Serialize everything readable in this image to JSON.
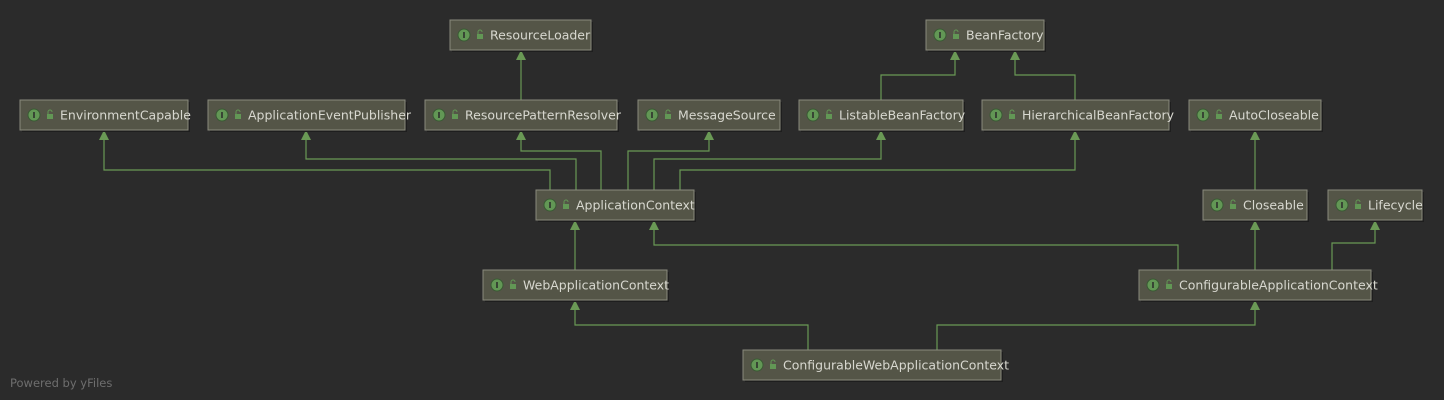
{
  "diagram": {
    "nodes": [
      {
        "id": "ResourceLoader",
        "label": "ResourceLoader",
        "badge": "I",
        "icon": "interface-icon"
      },
      {
        "id": "BeanFactory",
        "label": "BeanFactory",
        "badge": "I",
        "icon": "interface-icon"
      },
      {
        "id": "EnvironmentCapable",
        "label": "EnvironmentCapable",
        "badge": "I",
        "icon": "interface-icon"
      },
      {
        "id": "ApplicationEventPublisher",
        "label": "ApplicationEventPublisher",
        "badge": "I",
        "icon": "interface-icon"
      },
      {
        "id": "ResourcePatternResolver",
        "label": "ResourcePatternResolver",
        "badge": "I",
        "icon": "interface-icon"
      },
      {
        "id": "MessageSource",
        "label": "MessageSource",
        "badge": "I",
        "icon": "interface-icon"
      },
      {
        "id": "ListableBeanFactory",
        "label": "ListableBeanFactory",
        "badge": "I",
        "icon": "interface-icon"
      },
      {
        "id": "HierarchicalBeanFactory",
        "label": "HierarchicalBeanFactory",
        "badge": "I",
        "icon": "interface-icon"
      },
      {
        "id": "AutoCloseable",
        "label": "AutoCloseable",
        "badge": "I",
        "icon": "interface-icon"
      },
      {
        "id": "ApplicationContext",
        "label": "ApplicationContext",
        "badge": "I",
        "icon": "interface-icon"
      },
      {
        "id": "Closeable",
        "label": "Closeable",
        "badge": "I",
        "icon": "interface-icon"
      },
      {
        "id": "Lifecycle",
        "label": "Lifecycle",
        "badge": "I",
        "icon": "interface-icon"
      },
      {
        "id": "WebApplicationContext",
        "label": "WebApplicationContext",
        "badge": "I",
        "icon": "interface-icon"
      },
      {
        "id": "ConfigurableApplicationContext",
        "label": "ConfigurableApplicationContext",
        "badge": "I",
        "icon": "interface-icon"
      },
      {
        "id": "ConfigurableWebApplicationContext",
        "label": "ConfigurableWebApplicationContext",
        "badge": "I",
        "icon": "interface-icon"
      }
    ],
    "edges": [
      {
        "from": "ResourcePatternResolver",
        "to": "ResourceLoader"
      },
      {
        "from": "ListableBeanFactory",
        "to": "BeanFactory"
      },
      {
        "from": "HierarchicalBeanFactory",
        "to": "BeanFactory"
      },
      {
        "from": "ApplicationContext",
        "to": "EnvironmentCapable"
      },
      {
        "from": "ApplicationContext",
        "to": "ApplicationEventPublisher"
      },
      {
        "from": "ApplicationContext",
        "to": "ResourcePatternResolver"
      },
      {
        "from": "ApplicationContext",
        "to": "MessageSource"
      },
      {
        "from": "ApplicationContext",
        "to": "ListableBeanFactory"
      },
      {
        "from": "ApplicationContext",
        "to": "HierarchicalBeanFactory"
      },
      {
        "from": "Closeable",
        "to": "AutoCloseable"
      },
      {
        "from": "WebApplicationContext",
        "to": "ApplicationContext"
      },
      {
        "from": "ConfigurableApplicationContext",
        "to": "ApplicationContext"
      },
      {
        "from": "ConfigurableApplicationContext",
        "to": "Closeable"
      },
      {
        "from": "ConfigurableApplicationContext",
        "to": "Lifecycle"
      },
      {
        "from": "ConfigurableWebApplicationContext",
        "to": "WebApplicationContext"
      },
      {
        "from": "ConfigurableWebApplicationContext",
        "to": "ConfigurableApplicationContext"
      }
    ],
    "colors": {
      "background": "#2b2b2b",
      "node_fill": "#545547",
      "node_border": "#8a8a7c",
      "edge": "#6a9955",
      "badge": "#629755",
      "text": "#d8d8d0"
    }
  },
  "footer": {
    "text": "Powered by yFiles"
  }
}
